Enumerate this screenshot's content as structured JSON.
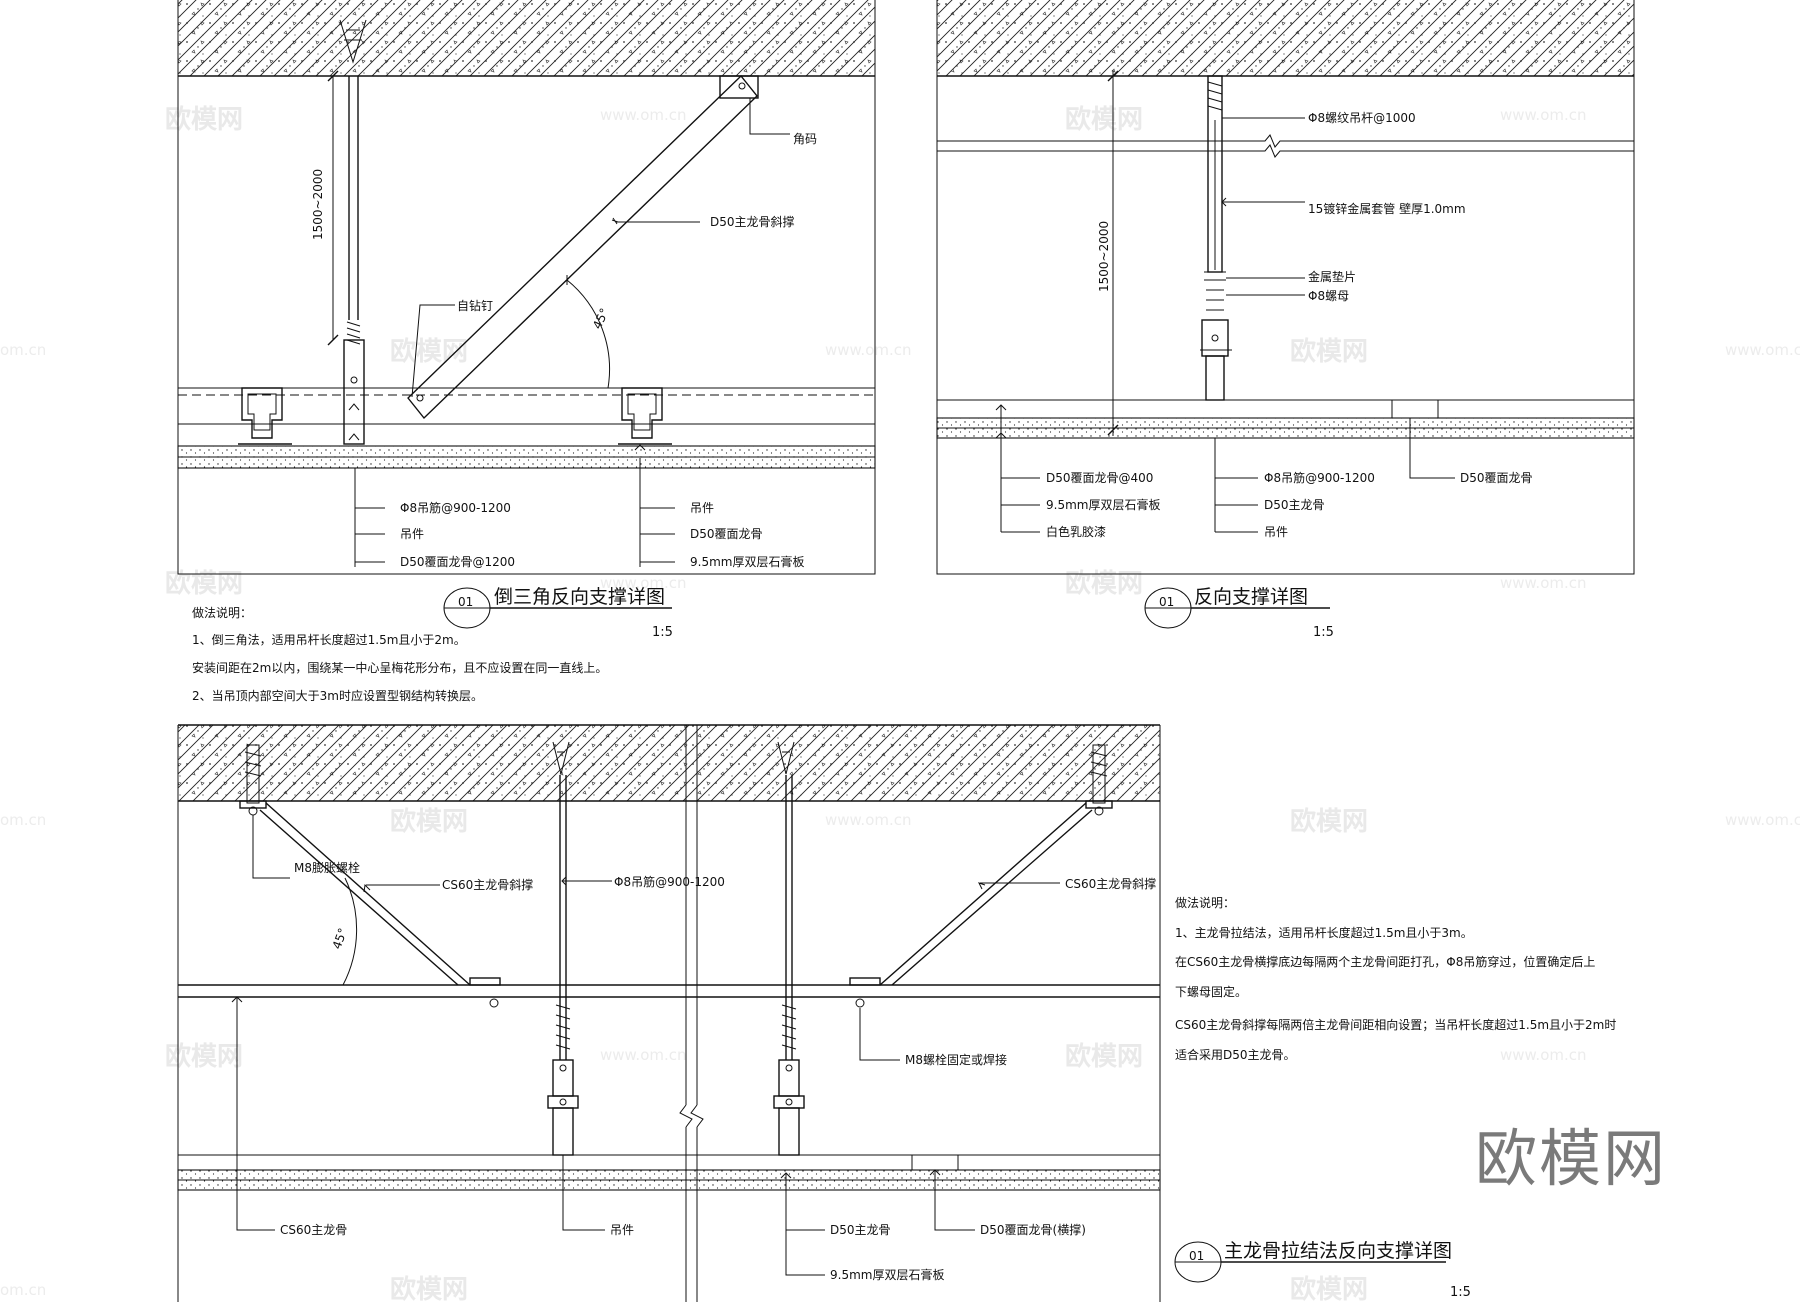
{
  "watermark": {
    "brand": "欧模网",
    "site": "www.om.cn",
    "site_partial": "om.cn"
  },
  "logo_text": "欧模网",
  "detail_a": {
    "number": "01",
    "title": "倒三角反向支撑详图",
    "scale": "1:5",
    "dimension": "1500~2000",
    "angle": "45°",
    "labels": {
      "corner_code": "角码",
      "brace": "D50主龙骨斜撑",
      "screw": "自钻钉",
      "rod": "Φ8吊筋@900-1200",
      "hanger_left": "吊件",
      "cover_joist_left": "D50覆面龙骨@1200",
      "hanger_right": "吊件",
      "cover_joist_right": "D50覆面龙骨",
      "board": "9.5mm厚双层石膏板"
    },
    "notes": [
      "做法说明：",
      "1、倒三角法，适用吊杆长度超过1.5m且小于2m。",
      "安装间距在2m以内，围绕某一中心呈梅花形分布，且不应设置在同一直线上。",
      "2、当吊顶内部空间大于3m时应设置型钢结构转换层。"
    ]
  },
  "detail_b": {
    "number": "01",
    "title": "反向支撑详图",
    "scale": "1:5",
    "dimension": "1500~2000",
    "labels": {
      "threaded_rod": "Φ8螺纹吊杆@1000",
      "sleeve": "15镀锌金属套管 壁厚1.0mm",
      "washer": "金属垫片",
      "nut": "Φ8螺母",
      "cover_joist": "D50覆面龙骨@400",
      "board": "9.5mm厚双层石膏板",
      "paint": "白色乳胶漆",
      "rod": "Φ8吊筋@900-1200",
      "main_joist": "D50主龙骨",
      "hanger": "吊件",
      "cover_joist_right": "D50覆面龙骨"
    }
  },
  "detail_c": {
    "number": "01",
    "title": "主龙骨拉结法反向支撑详图",
    "scale": "1:5",
    "angle": "45°",
    "labels": {
      "expansion_bolt": "M8膨胀螺栓",
      "brace_left": "CS60主龙骨斜撑",
      "rod": "Φ8吊筋@900-1200",
      "brace_right": "CS60主龙骨斜撑",
      "bolt_fix": "M8螺栓固定或焊接",
      "main_joist": "CS60主龙骨",
      "hanger": "吊件",
      "d50_main": "D50主龙骨",
      "d50_cover": "D50覆面龙骨(横撑)",
      "board": "9.5mm厚双层石膏板"
    },
    "notes": [
      "做法说明：",
      "1、主龙骨拉结法，适用吊杆长度超过1.5m且小于3m。",
      "在CS60主龙骨横撑底边每隔两个主龙骨间距打孔，Φ8吊筋穿过，位置确定后上",
      "下螺母固定。",
      "CS60主龙骨斜撑每隔两倍主龙骨间距相向设置；当吊杆长度超过1.5m且小于2m时",
      "适合采用D50主龙骨。"
    ]
  }
}
